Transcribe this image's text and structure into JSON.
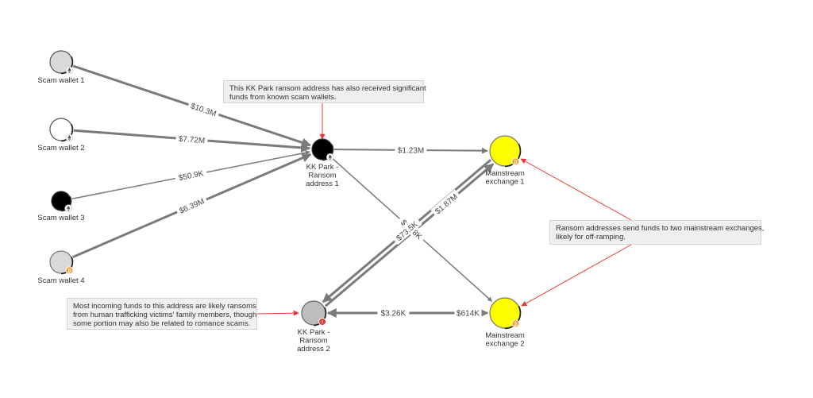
{
  "nodes": [
    {
      "id": "scam1",
      "label": [
        "Scam wallet 1"
      ],
      "fill": "#d9d9d9",
      "ring": "#555555",
      "icon": "ethereum-icon",
      "badge": "#5a5a5a"
    },
    {
      "id": "scam2",
      "label": [
        "Scam wallet 2"
      ],
      "fill": "#ffffff",
      "ring": "#555555",
      "icon": "ethereum-icon",
      "badge": "#5a5a5a"
    },
    {
      "id": "scam3",
      "label": [
        "Scam wallet 3"
      ],
      "fill": "#000000",
      "ring": "#333333",
      "icon": "ethereum-icon",
      "badge": "#5a5a5a"
    },
    {
      "id": "scam4",
      "label": [
        "Scam wallet 4"
      ],
      "fill": "#d9d9d9",
      "ring": "#777777",
      "icon": "bitcoin-icon",
      "badge": "#f7931a"
    },
    {
      "id": "ransom1",
      "label": [
        "KK Park -",
        "Ransom",
        "address 1"
      ],
      "fill": "#000000",
      "ring": "#333333",
      "icon": "ethereum-icon",
      "badge": "#5a5a5a"
    },
    {
      "id": "ransom2",
      "label": [
        "KK Park -",
        "Ransom",
        "address 2"
      ],
      "fill": "#bdbdbd",
      "ring": "#666666",
      "icon": "alert-icon",
      "badge": "#e53935"
    },
    {
      "id": "ex1",
      "label": [
        "Mainstream",
        "exchange 1"
      ],
      "fill": "#ffff00",
      "ring": "#777777",
      "icon": "bitcoin-icon",
      "badge": "#f7931a"
    },
    {
      "id": "ex2",
      "label": [
        "Mainstream",
        "exchange 2"
      ],
      "fill": "#ffff00",
      "ring": "#777777",
      "icon": "bitcoin-icon",
      "badge": "#f7931a"
    }
  ],
  "edges": [
    {
      "from": "scam1",
      "to": "ransom1",
      "label": "$10.3M"
    },
    {
      "from": "scam2",
      "to": "ransom1",
      "label": "$7.72M"
    },
    {
      "from": "scam3",
      "to": "ransom1",
      "label": "$50.9K"
    },
    {
      "from": "scam4",
      "to": "ransom1",
      "label": "$6.39M"
    },
    {
      "from": "ransom1",
      "to": "ex1",
      "label": "$1.23M"
    },
    {
      "from": "ransom1",
      "to": "ex2",
      "label": "$21.8K"
    },
    {
      "from": "ransom2",
      "to": "ex1",
      "label": "$1.87M"
    },
    {
      "from": "ex1",
      "to": "ransom2",
      "label": "$73.5K"
    },
    {
      "from": "ex2",
      "to": "ransom2",
      "label": "$3.26K"
    },
    {
      "from": "ransom2",
      "to": "ex2",
      "label": "$614K"
    }
  ],
  "annotations": [
    {
      "id": "ann-ransom1",
      "lines": [
        "This KK Park ransom address has also received significant",
        "funds from known scam wallets."
      ],
      "targets": [
        "ransom1"
      ]
    },
    {
      "id": "ann-exchanges",
      "lines": [
        "Ransom addresses send funds to two mainstream exchanges,",
        "likely for off-ramping."
      ],
      "targets": [
        "ex1",
        "ex2"
      ]
    },
    {
      "id": "ann-ransom2",
      "lines": [
        "Most incoming funds to this address are likely ransoms",
        "from human trafficking victims' family members, though",
        "some portion may also be related to romance scams."
      ],
      "targets": [
        "ransom2"
      ]
    }
  ],
  "colors": {
    "edge": "#7a7a7a",
    "annotation_arrow": "#e53935",
    "exchange": "#ffff00"
  }
}
